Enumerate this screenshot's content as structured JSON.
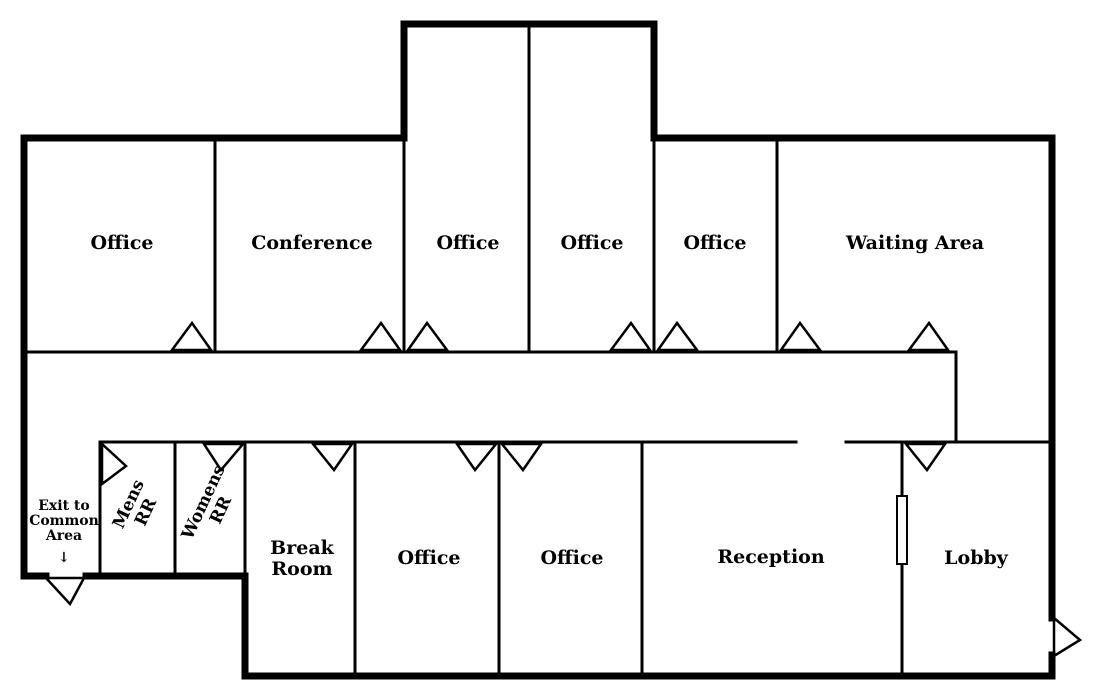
{
  "rooms": {
    "office_1": "Office",
    "conference": "Conference",
    "office_2": "Office",
    "office_3": "Office",
    "office_4": "Office",
    "waiting_area": "Waiting Area",
    "office_5": "Office",
    "office_6": "Office",
    "reception": "Reception",
    "lobby": "Lobby",
    "mens_rr_line1": "Mens",
    "mens_rr_line2": "RR",
    "womens_rr_line1": "Womens",
    "womens_rr_line2": "RR",
    "break_room_line1": "Break",
    "break_room_line2": "Room"
  },
  "exit": {
    "line1": "Exit to",
    "line2": "Common",
    "line3": "Area",
    "arrow": "↓"
  }
}
